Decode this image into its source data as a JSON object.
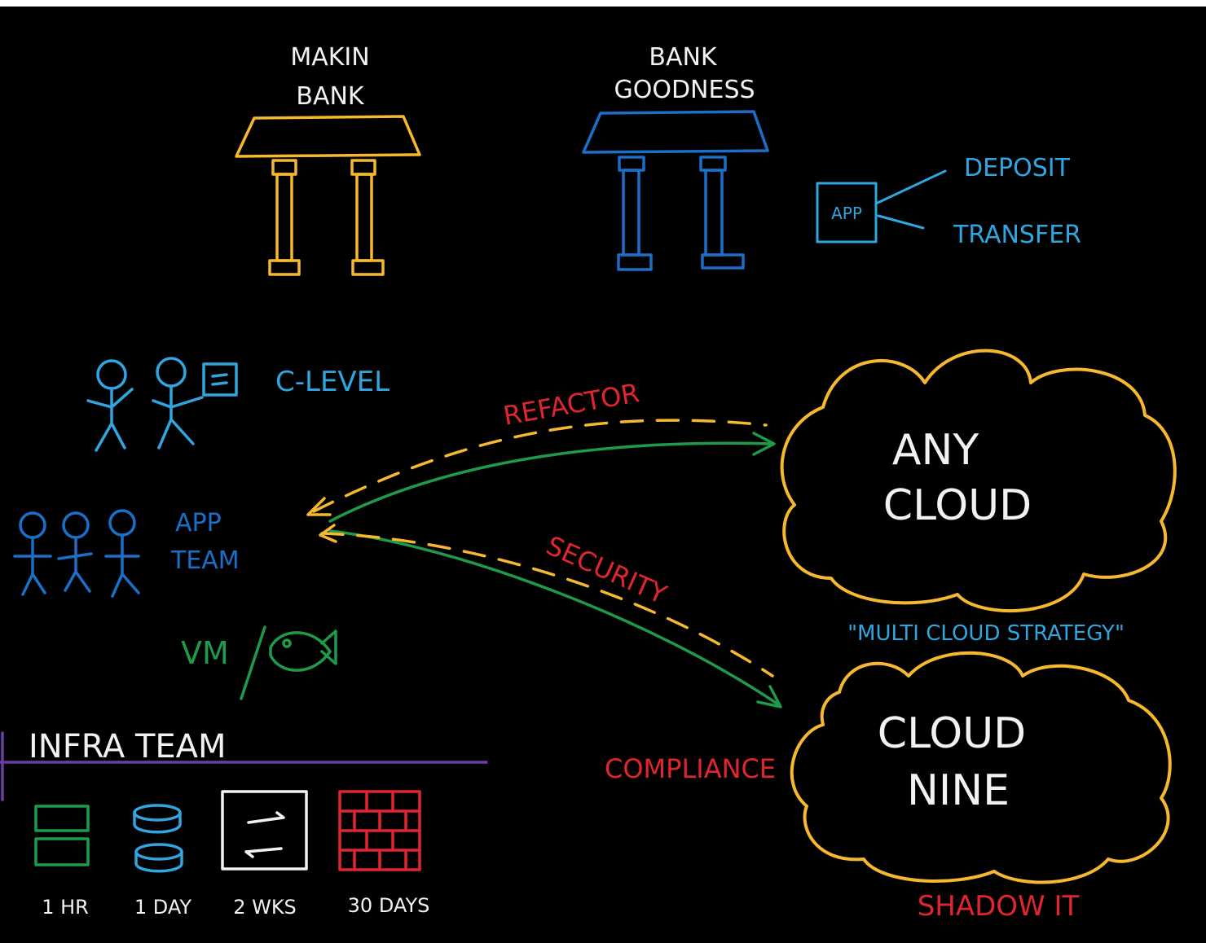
{
  "colors": {
    "yellow": "#f5b82e",
    "blue": "#1a6fc9",
    "light_blue": "#2fa6e0",
    "red": "#e02530",
    "green": "#1f9a4a",
    "white": "#f2f2f2",
    "purple": "#6b3fa0"
  },
  "banks": {
    "makin_bank": {
      "line1": "MAKIN",
      "line2": "BANK"
    },
    "bank_goodness": {
      "line1": "BANK",
      "line2": "GOODNESS"
    }
  },
  "app_box": {
    "label": "APP",
    "features": [
      "DEPOSIT",
      "TRANSFER"
    ]
  },
  "people": {
    "c_level": "C-LEVEL",
    "app_team_line1": "APP",
    "app_team_line2": "TEAM"
  },
  "vm_label": "VM",
  "arrows": {
    "refactor": "REFACTOR",
    "security": "SECURITY",
    "compliance": "COMPLIANCE"
  },
  "clouds": {
    "any_cloud": {
      "line1": "ANY",
      "line2": "CLOUD"
    },
    "cloud_nine": {
      "line1": "CLOUD",
      "line2": "NINE"
    },
    "strategy_quote": "\"MULTI CLOUD STRATEGY\"",
    "shadow_it": "SHADOW IT"
  },
  "infra": {
    "title": "INFRA TEAM",
    "items": [
      {
        "icon": "server-rack-icon",
        "label": "1 HR"
      },
      {
        "icon": "database-icon",
        "label": "1 DAY"
      },
      {
        "icon": "network-switch-icon",
        "label": "2 WKS"
      },
      {
        "icon": "firewall-icon",
        "label": "30 DAYS"
      }
    ]
  }
}
